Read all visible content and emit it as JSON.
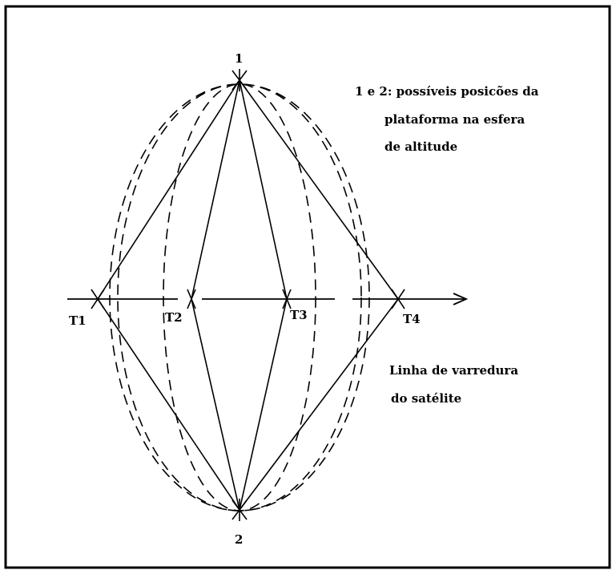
{
  "diagram": {
    "platform_positions": [
      {
        "id": "pos1",
        "label": "1"
      },
      {
        "id": "pos2",
        "label": "2"
      }
    ],
    "targets": [
      {
        "id": "t1",
        "label": "T1"
      },
      {
        "id": "t2",
        "label": "T2"
      },
      {
        "id": "t3",
        "label": "T3"
      },
      {
        "id": "t4",
        "label": "T4"
      }
    ],
    "legend": {
      "line1": "1 e 2: possíveis posicões da",
      "line2": "plataforma na esfera",
      "line3": "de altitude"
    },
    "scan_line_label": {
      "line1": "Linha de varredura",
      "line2": "do satélite"
    }
  }
}
